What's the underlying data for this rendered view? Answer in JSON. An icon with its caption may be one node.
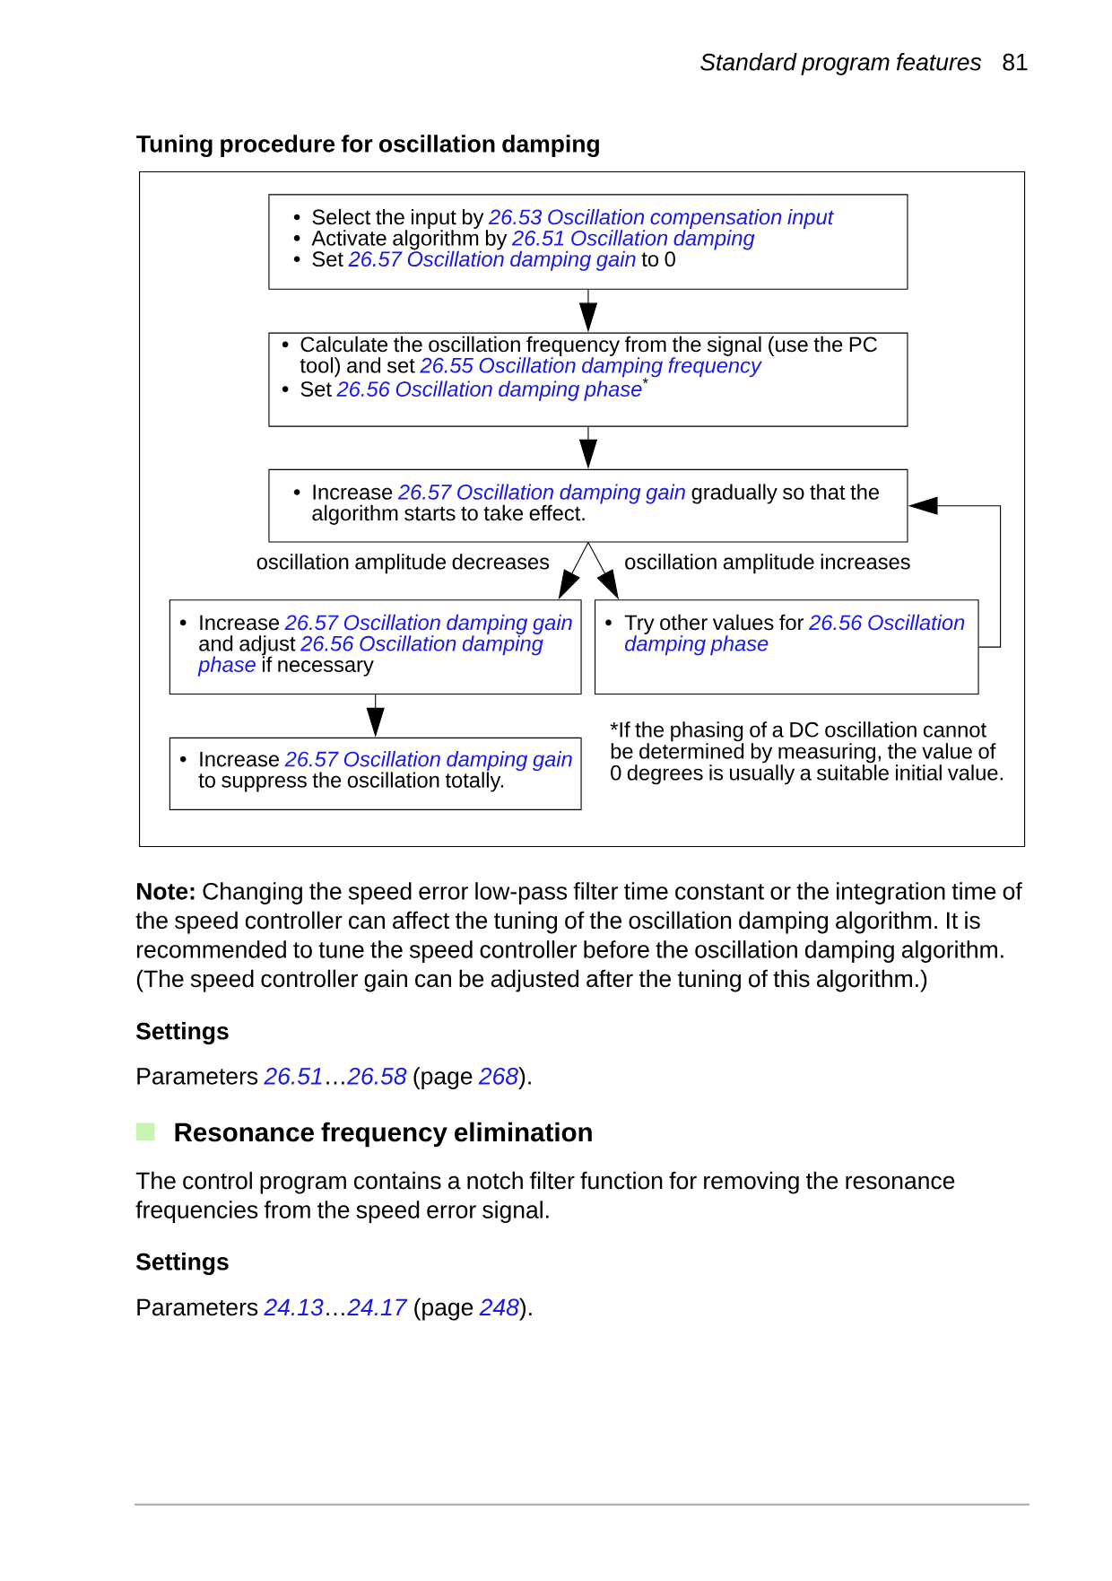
{
  "diagram": {
    "title": "Tuning procedure for oscillation damping",
    "nodes": [
      {
        "text": [],
        "shape": "box"
      },
      {
        "text": [
          "Select the input by *26.53 Oscillation compensation input*",
          "Activate algorithm by *26.51 Oscillation damping*",
          "Set *26.57 Oscillation damping gain* to 0"
        ],
        "in": 0
      },
      {
        "text": [
          "Calculate the oscillation frequency from the signal (use the PC tool) and set *26.55 Oscillation damping frequency*",
          "Set *26.56 Oscillation damping phase*$^{*}$"
        ],
        "in": 0
      },
      {
        "text": [
          "Increase *26.57 Oscillation damping gain* gradually so that the algorithm starts to take effect."
        ],
        "in": 0
      },
      {
        "text": [
          "Increase *26.57 Oscillation damping gain* and adjust *26.56 Oscillation damping phase* if necessary"
        ],
        "in": 0
      },
      {
        "text": [
          "Try other values for *26.56 Oscillation damping phase*"
        ],
        "in": 0
      },
      {
        "text": [
          "Increase *26.57 Oscillation damping gain* to suppress the oscillation totally."
        ],
        "in": 0
      }
    ],
    "edges": [
      {
        "from": 1,
        "to": 2,
        "arrow": "to"
      },
      {
        "from": 2,
        "to": 3,
        "arrow": "to"
      },
      {
        "from": 3,
        "to": 4,
        "arrow": "to",
        "label": "oscillation amplitude decreases"
      },
      {
        "from": 3,
        "to": 5,
        "arrow": "to",
        "label": "oscillation amplitude increases"
      },
      {
        "from": 4,
        "to": 6,
        "arrow": "to"
      },
      {
        "from": 5,
        "to": 3,
        "arrow": "to"
      }
    ],
    "labels": [
      "Standard program features",
      "81",
      "*If the phasing of a DC oscillation cannot be determined by measuring, the value of 0 degrees is usually a suitable initial value.",
      "**Note:** Changing the speed error low-pass filter time constant or the integration time of the speed controller can affect the tuning of the oscillation damping algorithm. It is recommended to tune the speed controller before the oscillation damping algorithm. (The speed controller gain can be adjusted after the tuning of this algorithm.)",
      "Settings",
      "Parameters *26.51*…*26.58* (page *268*).",
      "Resonance frequency elimination",
      "The control program contains a notch filter function for removing the resonance frequencies from the speed error signal.",
      "Settings",
      "Parameters *24.13*…*24.17* (page *248*)."
    ]
  }
}
